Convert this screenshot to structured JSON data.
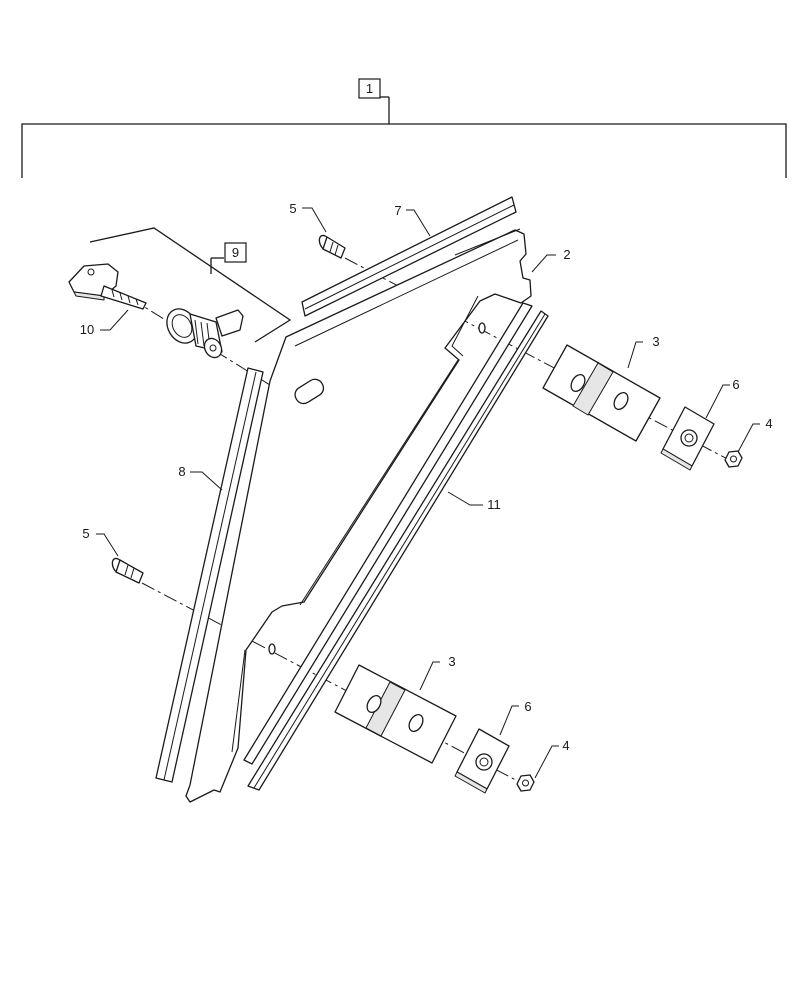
{
  "callouts": {
    "assembly": "1",
    "seal_right": "2",
    "hinge": "3",
    "nut": "4",
    "screw": "5",
    "spacer": "6",
    "seal_top": "7",
    "seal_left": "8",
    "lock_kit": "9",
    "key": "10",
    "seal_strip": "11"
  }
}
